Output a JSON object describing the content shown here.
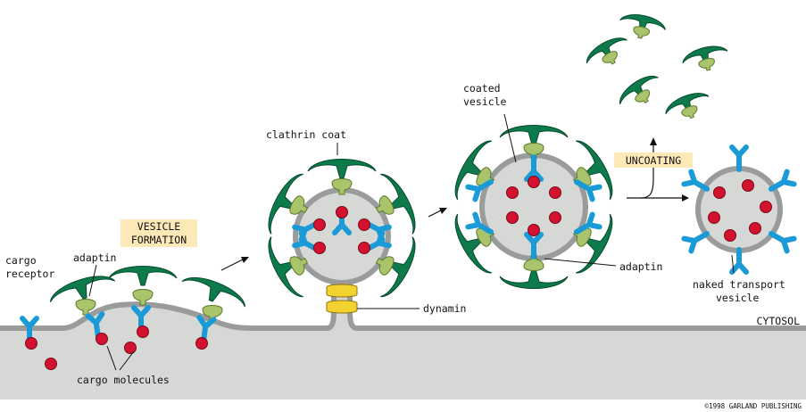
{
  "labels": {
    "cargo_receptor_line1": "cargo",
    "cargo_receptor_line2": "receptor",
    "adaptin_left": "adaptin",
    "cargo_molecules": "cargo molecules",
    "vesicle_formation_line1": "VESICLE",
    "vesicle_formation_line2": "FORMATION",
    "clathrin_coat": "clathrin coat",
    "dynamin": "dynamin",
    "coated_vesicle_line1": "coated",
    "coated_vesicle_line2": "vesicle",
    "adaptin_right": "adaptin",
    "uncoating": "UNCOATING",
    "naked_vesicle_line1": "naked transport",
    "naked_vesicle_line2": "vesicle",
    "cytosol": "CYTOSOL",
    "copyright": "©1998 GARLAND PUBLISHING"
  },
  "colors": {
    "clathrin": "#0d7a4b",
    "adaptin": "#a9c46a",
    "receptor": "#1a9ad6",
    "cargo": "#d3122f",
    "membrane": "#9a9c9c",
    "lumen": "#d6d8d5",
    "dynamin": "#f2d22e",
    "label_box": "#fde9b8"
  }
}
